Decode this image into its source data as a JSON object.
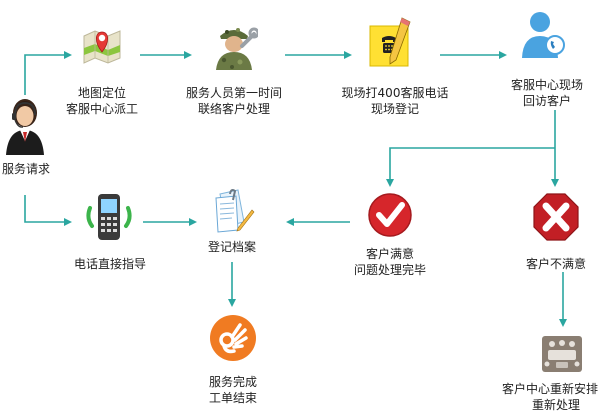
{
  "colors": {
    "connector": "#2aa6a0"
  },
  "nodes": {
    "service_request": {
      "icon": "customer-service-agent-icon",
      "label": [
        "服务请求"
      ]
    },
    "map_dispatch": {
      "icon": "map-pin-icon",
      "label": [
        "地图定位",
        "客服中心派工"
      ]
    },
    "staff_contact": {
      "icon": "technician-wrench-icon",
      "label": [
        "服务人员第一时间",
        "联络客户处理"
      ]
    },
    "onsite_call": {
      "icon": "phone-sticky-note-icon",
      "label": [
        "现场打400客服电话",
        "现场登记"
      ]
    },
    "callback": {
      "icon": "headset-user-icon",
      "label": [
        "客服中心现场",
        "回访客户"
      ]
    },
    "phone_guide": {
      "icon": "mobile-phone-icon",
      "label": [
        "电话直接指导"
      ]
    },
    "register_archive": {
      "icon": "archive-document-icon",
      "label": [
        "登记档案"
      ]
    },
    "satisfied": {
      "icon": "check-mark-icon",
      "label": [
        "客户满意",
        "问题处理完毕"
      ]
    },
    "unsatisfied": {
      "icon": "cross-mark-icon",
      "label": [
        "客户不满意"
      ]
    },
    "complete": {
      "icon": "ok-hand-icon",
      "label": [
        "服务完成",
        "工单结束"
      ]
    },
    "reschedule": {
      "icon": "meeting-table-icon",
      "label": [
        "客户中心重新安排",
        "重新处理"
      ]
    }
  }
}
